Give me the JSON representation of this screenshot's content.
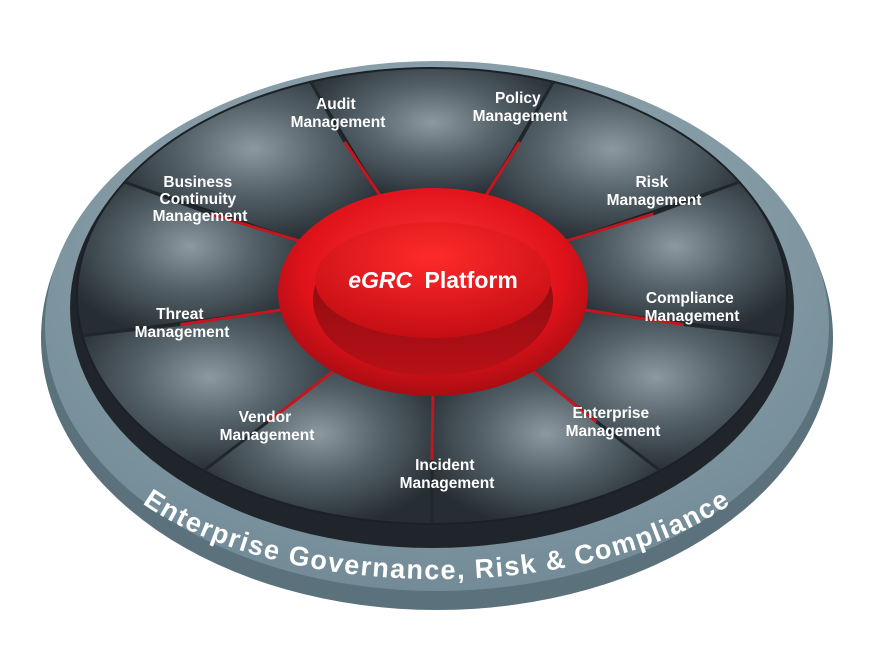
{
  "hub": {
    "label_prefix": "eGRC",
    "label_suffix": "Platform"
  },
  "ring_text": "Enterprise Governance, Risk & Compliance",
  "segments": [
    {
      "name": "policy",
      "lines": [
        "Policy",
        "Management"
      ]
    },
    {
      "name": "risk",
      "lines": [
        "Risk",
        "Management"
      ]
    },
    {
      "name": "compliance",
      "lines": [
        "Compliance",
        "Management"
      ]
    },
    {
      "name": "enterprise",
      "lines": [
        "Enterprise",
        "Management"
      ]
    },
    {
      "name": "incident",
      "lines": [
        "Incident",
        "Management"
      ]
    },
    {
      "name": "vendor",
      "lines": [
        "Vendor",
        "Management"
      ]
    },
    {
      "name": "threat",
      "lines": [
        "Threat",
        "Management"
      ]
    },
    {
      "name": "business-continuity",
      "lines": [
        "Business",
        "Continuity",
        "Management"
      ]
    },
    {
      "name": "audit",
      "lines": [
        "Audit",
        "Management"
      ]
    }
  ],
  "colors": {
    "outer_ring": "#7f97a3",
    "segment_dark": "#2b3238",
    "segment_light": "#7a8890",
    "separator": "#c4161c",
    "hub_red": "#e5131b",
    "hub_dark_red": "#9b0d12"
  }
}
